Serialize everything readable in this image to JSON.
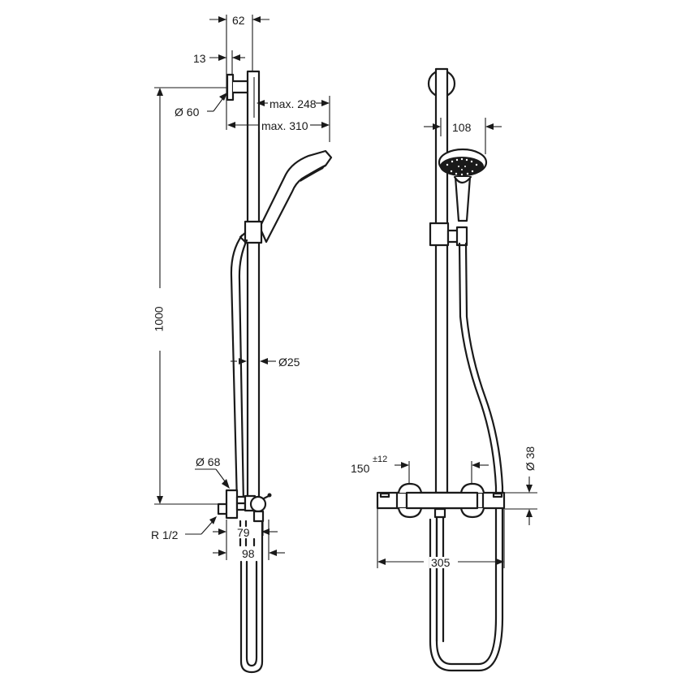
{
  "drawing": {
    "title": "Shower set technical drawing",
    "stroke_color": "#1a1a1a",
    "background": "#ffffff"
  },
  "side_view": {
    "dimensions": {
      "rail_offset": "62",
      "bracket_plate": "13",
      "wall_plate_diameter": "Ø 60",
      "max_reach_248": "max. 248",
      "max_reach_310": "max. 310",
      "height": "1000",
      "rail_diameter": "Ø25",
      "connector_diameter": "Ø 68",
      "thread": "R 1/2",
      "depth_79": "79",
      "depth_98": "98"
    }
  },
  "front_view": {
    "dimensions": {
      "handshower_width": "108",
      "center_distance": "150",
      "center_tolerance": "±12",
      "thermostat_diameter": "Ø 38",
      "thermostat_width": "305"
    }
  }
}
